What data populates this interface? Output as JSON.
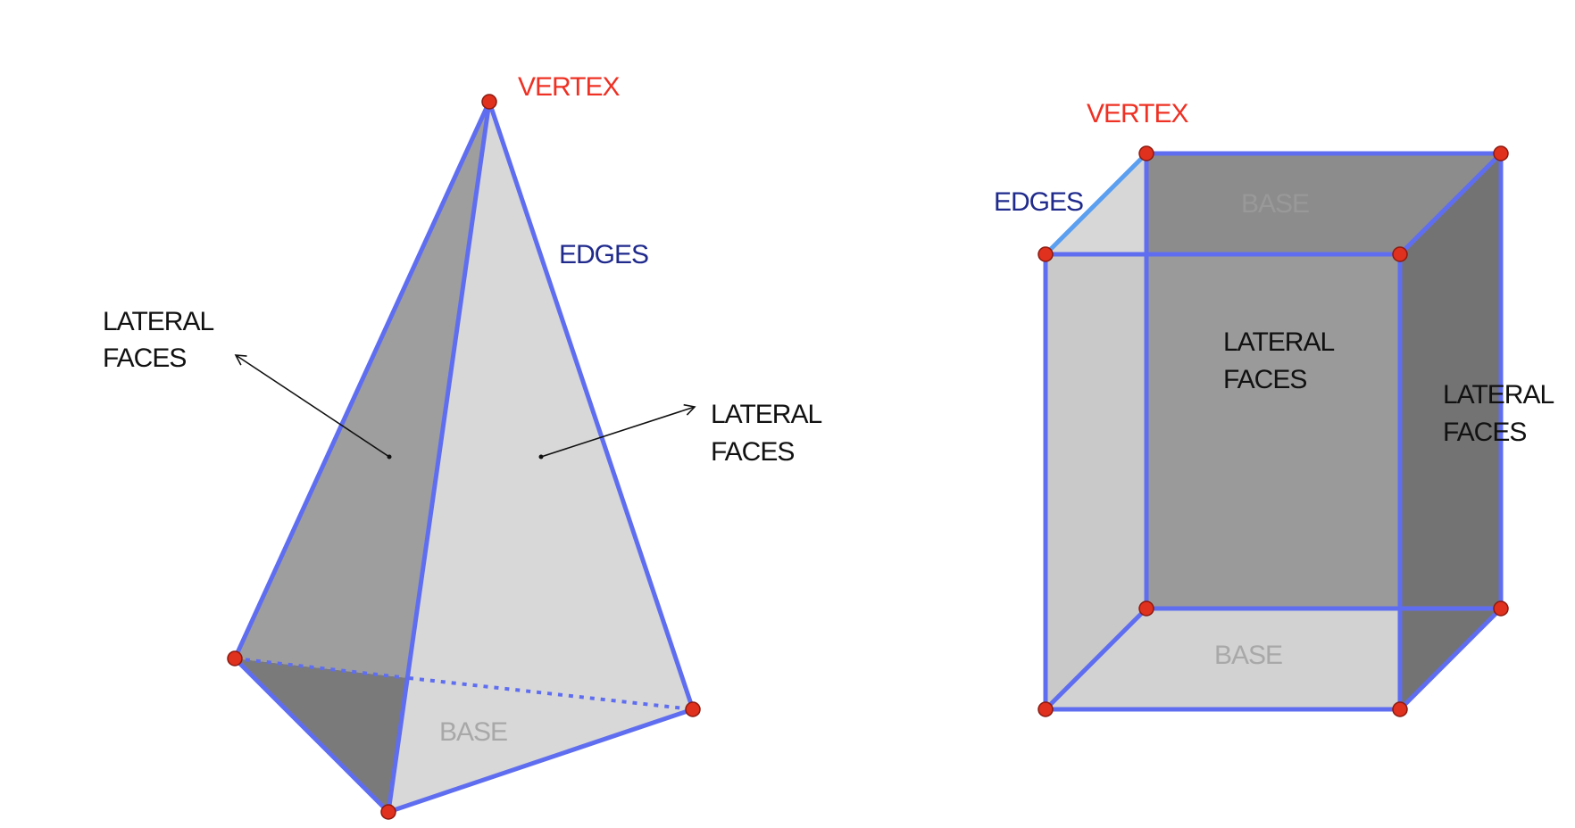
{
  "colors": {
    "edge": "#5f6ef0",
    "edge_light": "#5b9ff0",
    "vertex_fill": "#e0301e",
    "vertex_stroke": "#8b1a10",
    "label_vertex": "#ee3124",
    "label_edges": "#1f2a8c",
    "label_faces": "#111111",
    "label_base": "#a8a8a8"
  },
  "pyramid": {
    "vertex_label": "VERTEX",
    "edges_label": "EDGES",
    "lateral_left_line1": "LATERAL",
    "lateral_left_line2": "FACES",
    "lateral_right_line1": "LATERAL",
    "lateral_right_line2": "FACES",
    "base_label": "BASE"
  },
  "prism": {
    "vertex_label": "VERTEX",
    "edges_label": "EDGES",
    "top_base_label": "BASE",
    "lateral_center_line1": "LATERAL",
    "lateral_center_line2": "FACES",
    "lateral_right_line1": "LATERAL",
    "lateral_right_line2": "FACES",
    "bottom_base_label": "BASE"
  }
}
